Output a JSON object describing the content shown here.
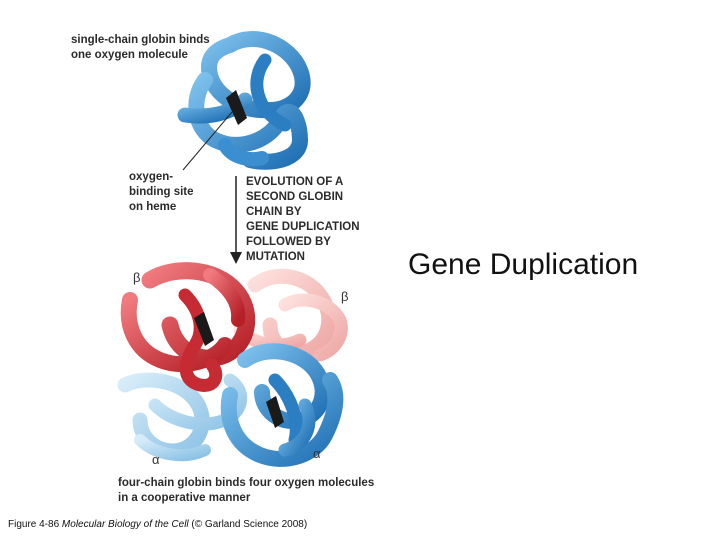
{
  "slide": {
    "title": "Gene Duplication"
  },
  "figure": {
    "top_label_line1": "single-chain globin binds",
    "top_label_line2": "one oxygen molecule",
    "site_label_line1": "oxygen-",
    "site_label_line2": "binding site",
    "site_label_line3": "on heme",
    "evolution_line1": "EVOLUTION OF A",
    "evolution_line2": "SECOND GLOBIN",
    "evolution_line3": "CHAIN BY",
    "evolution_line4": "GENE DUPLICATION",
    "evolution_line5": "FOLLOWED BY",
    "evolution_line6": "MUTATION",
    "beta_left": "β",
    "beta_right": "β",
    "alpha_left": "α",
    "alpha_right": "α",
    "bottom_label_line1": "four-chain globin binds four oxygen molecules",
    "bottom_label_line2": "in a cooperative manner"
  },
  "caption": {
    "prefix": "Figure 4-86 ",
    "book": "Molecular Biology of the Cell",
    "suffix": " (© Garland Science 2008)"
  },
  "colors": {
    "blue": "#3b8fd0",
    "light_blue": "#a8d3ef",
    "red": "#d9363e",
    "pink": "#f3b3b0",
    "heme": "#1a1a1a"
  }
}
